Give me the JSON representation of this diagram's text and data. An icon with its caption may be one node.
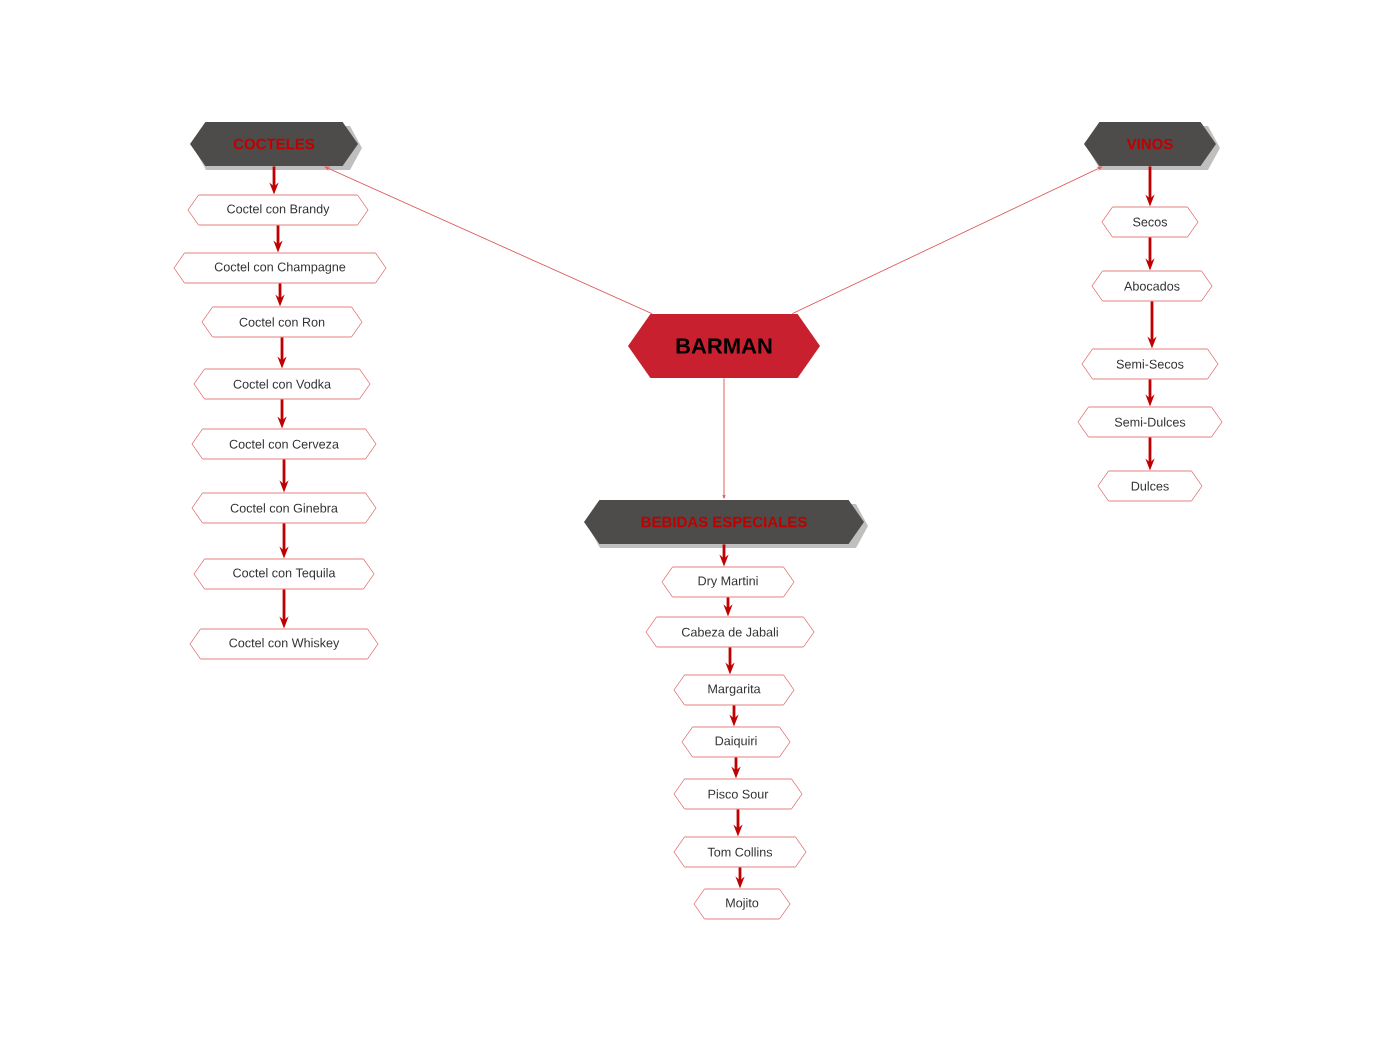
{
  "diagram": {
    "nodes": [
      {
        "text": [
          "BARMAN"
        ]
      },
      {
        "text": [
          "COCTELES"
        ]
      },
      {
        "text": [
          "Coctel con Brandy"
        ]
      },
      {
        "text": [
          "Coctel con Champagne"
        ]
      },
      {
        "text": [
          "Coctel con Ron"
        ]
      },
      {
        "text": [
          "Coctel con Vodka"
        ]
      },
      {
        "text": [
          "Coctel con Cerveza"
        ]
      },
      {
        "text": [
          "Coctel con Ginebra"
        ]
      },
      {
        "text": [
          "Coctel con Tequila"
        ]
      },
      {
        "text": [
          "Coctel con Whiskey"
        ]
      },
      {
        "text": [
          "BEBIDAS ESPECIALES"
        ]
      },
      {
        "text": [
          "Dry Martini"
        ]
      },
      {
        "text": [
          "Cabeza de Jabali"
        ]
      },
      {
        "text": [
          "Margarita"
        ]
      },
      {
        "text": [
          "Daiquiri"
        ]
      },
      {
        "text": [
          "Pisco Sour"
        ]
      },
      {
        "text": [
          "Tom Collins"
        ]
      },
      {
        "text": [
          "Mojito"
        ]
      },
      {
        "text": [
          "VINOS"
        ]
      },
      {
        "text": [
          "Secos"
        ]
      },
      {
        "text": [
          "Abocados"
        ]
      },
      {
        "text": [
          "Semi-Secos"
        ]
      },
      {
        "text": [
          "Semi-Dulces"
        ]
      },
      {
        "text": [
          "Dulces"
        ]
      }
    ],
    "edges": [
      {
        "from": 0,
        "to": 1,
        "arrow": "to",
        "color": "#e06060"
      },
      {
        "from": 0,
        "to": 10,
        "arrow": "to",
        "color": "#e06060"
      },
      {
        "from": 0,
        "to": 18,
        "arrow": "to",
        "color": "#e06060"
      },
      {
        "from": 1,
        "to": 2,
        "arrow": "to"
      },
      {
        "from": 2,
        "to": 3,
        "arrow": "to"
      },
      {
        "from": 3,
        "to": 4,
        "arrow": "to"
      },
      {
        "from": 4,
        "to": 5,
        "arrow": "to"
      },
      {
        "from": 5,
        "to": 6,
        "arrow": "to"
      },
      {
        "from": 6,
        "to": 7,
        "arrow": "to"
      },
      {
        "from": 7,
        "to": 8,
        "arrow": "to"
      },
      {
        "from": 8,
        "to": 9,
        "arrow": "to"
      },
      {
        "from": 10,
        "to": 11,
        "arrow": "to"
      },
      {
        "from": 11,
        "to": 12,
        "arrow": "to"
      },
      {
        "from": 12,
        "to": 13,
        "arrow": "to"
      },
      {
        "from": 13,
        "to": 14,
        "arrow": "to"
      },
      {
        "from": 14,
        "to": 15,
        "arrow": "to"
      },
      {
        "from": 15,
        "to": 16,
        "arrow": "to"
      },
      {
        "from": 16,
        "to": 17,
        "arrow": "to"
      },
      {
        "from": 18,
        "to": 19,
        "arrow": "to"
      },
      {
        "from": 19,
        "to": 20,
        "arrow": "to"
      },
      {
        "from": 20,
        "to": 21,
        "arrow": "to"
      },
      {
        "from": 21,
        "to": 22,
        "arrow": "to"
      },
      {
        "from": 22,
        "to": 23,
        "arrow": "to"
      }
    ]
  }
}
